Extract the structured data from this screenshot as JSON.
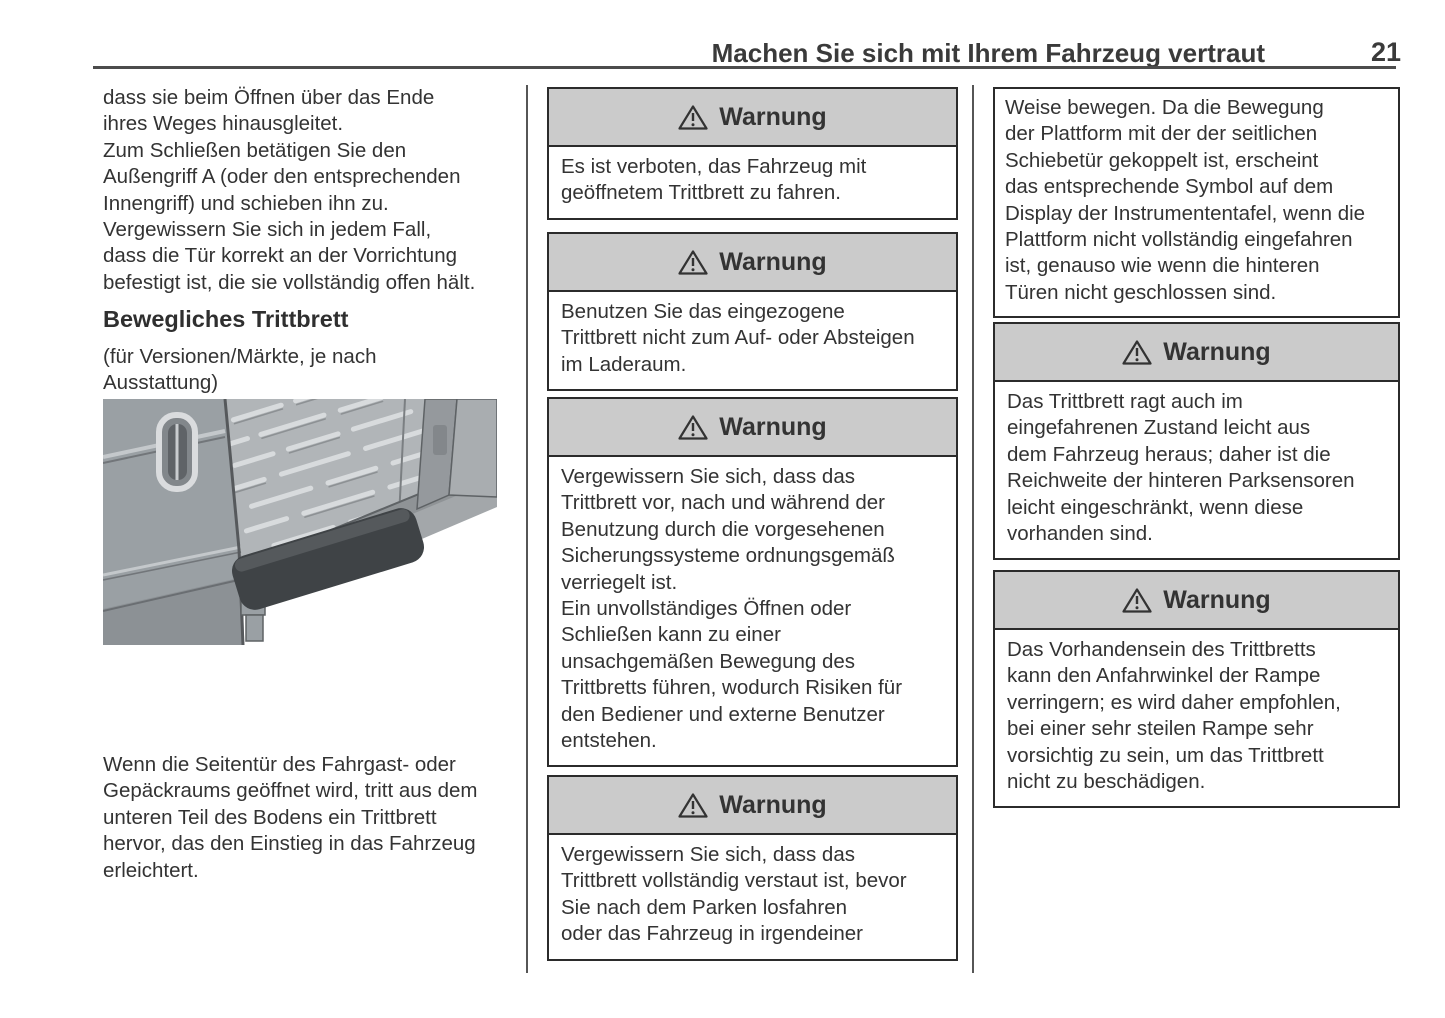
{
  "header": {
    "title": "Machen Sie sich mit Ihrem Fahrzeug vertraut",
    "page_number": "21"
  },
  "labels": {
    "warning": "Warnung"
  },
  "icons": {
    "warning_triangle": "⚠"
  },
  "colors": {
    "warning_header_bg": "#cbcbcb",
    "box_border": "#2b2b2b",
    "text": "#333333"
  },
  "left_column": {
    "paragraph_1": "dass sie beim Öffnen über das Ende\nihres Weges hinausgleitet.\nZum Schließen betätigen Sie den\nAußengriff A (oder den entsprechenden\nInnengriff) und schieben ihn zu.\nVergewissern Sie sich in jedem Fall,\ndass die Tür korrekt an der Vorrichtung\nbefestigt ist, die sie vollständig offen hält.",
    "section_heading": "Bewegliches Trittbrett",
    "section_note": "(für Versionen/Märkte, je nach\nAusstattung)",
    "paragraph_2": "Wenn die Seitentür des Fahrgast- oder\nGepäckraums geöffnet wird, tritt aus dem\nunteren Teil des Bodens ein Trittbrett\nhervor, das den Einstieg in das Fahrzeug\nerleichtert."
  },
  "middle_column": {
    "warnings": [
      {
        "body": "Es ist verboten, das Fahrzeug mit\ngeöffnetem Trittbrett zu fahren."
      },
      {
        "body": "Benutzen Sie das eingezogene\nTrittbrett nicht zum Auf- oder Absteigen\nim Laderaum."
      },
      {
        "body": "Vergewissern Sie sich, dass das\nTrittbrett vor, nach und während der\nBenutzung durch die vorgesehenen\nSicherungssysteme ordnungsgemäß\nverriegelt ist.\nEin unvollständiges Öffnen oder\nSchließen kann zu einer\nunsachgemäßen Bewegung des\nTrittbretts führen, wodurch Risiken für\nden Bediener und externe Benutzer\nentstehen."
      },
      {
        "body": "Vergewissern Sie sich, dass das\nTrittbrett vollständig verstaut ist, bevor\nSie nach dem Parken losfahren\noder das Fahrzeug in irgendeiner"
      }
    ]
  },
  "right_column": {
    "continuation_body": "Weise bewegen. Da die Bewegung\nder Plattform mit der der seitlichen\nSchiebetür gekoppelt ist, erscheint\ndas entsprechende Symbol auf dem\nDisplay der Instrumententafel, wenn die\nPlattform nicht vollständig eingefahren\nist, genauso wie wenn die hinteren\nTüren nicht geschlossen sind.",
    "warnings": [
      {
        "body": "Das Trittbrett ragt auch im\neingefahrenen Zustand leicht aus\ndem Fahrzeug heraus; daher ist die\nReichweite der hinteren Parksensoren\nleicht eingeschränkt, wenn diese\nvorhanden sind."
      },
      {
        "body": "Das Vorhandensein des Trittbretts\nkann den Anfahrwinkel der Rampe\nverringern; es wird daher empfohlen,\nbei einer sehr steilen Rampe sehr\nvorsichtig zu sein, um das Trittbrett\nnicht zu beschädigen."
      }
    ]
  }
}
